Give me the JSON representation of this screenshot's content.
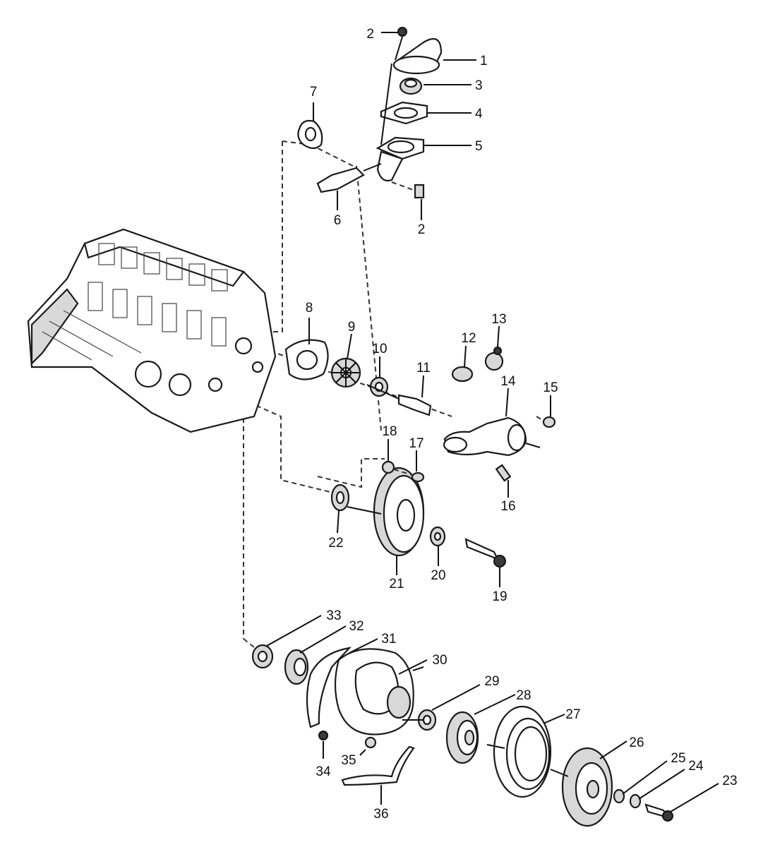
{
  "diagram": {
    "callouts": [
      {
        "num": "1"
      },
      {
        "num": "2"
      },
      {
        "num": "3"
      },
      {
        "num": "4"
      },
      {
        "num": "5"
      },
      {
        "num": "2"
      },
      {
        "num": "6"
      },
      {
        "num": "7"
      },
      {
        "num": "8"
      },
      {
        "num": "9"
      },
      {
        "num": "10"
      },
      {
        "num": "11"
      },
      {
        "num": "12"
      },
      {
        "num": "13"
      },
      {
        "num": "14"
      },
      {
        "num": "15"
      },
      {
        "num": "16"
      },
      {
        "num": "17"
      },
      {
        "num": "18"
      },
      {
        "num": "19"
      },
      {
        "num": "20"
      },
      {
        "num": "21"
      },
      {
        "num": "22"
      },
      {
        "num": "23"
      },
      {
        "num": "24"
      },
      {
        "num": "25"
      },
      {
        "num": "26"
      },
      {
        "num": "27"
      },
      {
        "num": "28"
      },
      {
        "num": "29"
      },
      {
        "num": "30"
      },
      {
        "num": "31"
      },
      {
        "num": "32"
      },
      {
        "num": "33"
      },
      {
        "num": "34"
      },
      {
        "num": "35"
      },
      {
        "num": "36"
      }
    ]
  }
}
